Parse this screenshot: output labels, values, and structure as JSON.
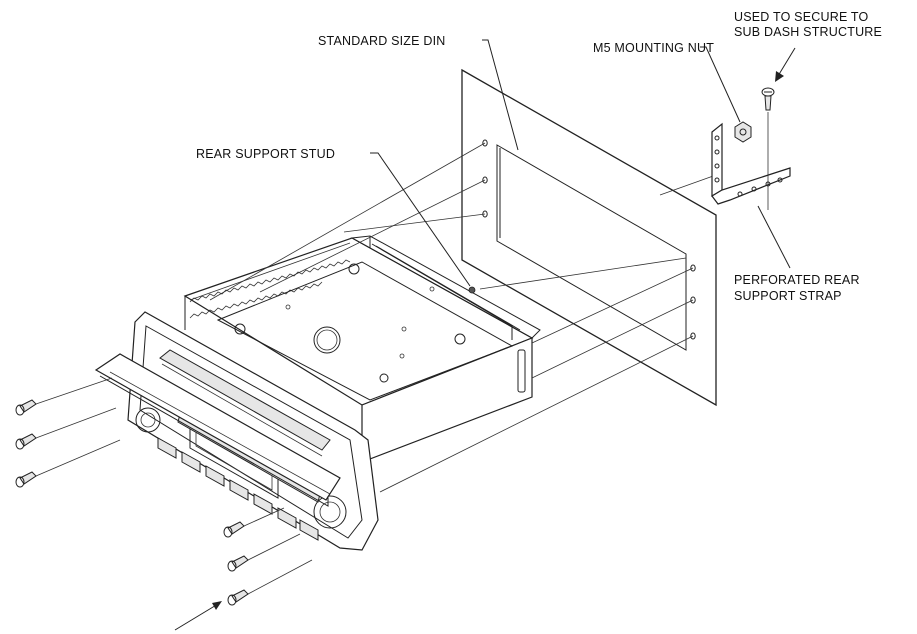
{
  "labels": {
    "din": "STANDARD SIZE DIN",
    "nut": "M5 MOUNTING NUT",
    "secure_line1": "USED TO SECURE TO",
    "secure_line2": "SUB DASH STRUCTURE",
    "stud": "REAR SUPPORT STUD",
    "strap_line1": "PERFORATED REAR",
    "strap_line2": "SUPPORT STRAP"
  },
  "colors": {
    "line": "#222222",
    "background": "#ffffff",
    "shade": "#e6e6e6"
  }
}
